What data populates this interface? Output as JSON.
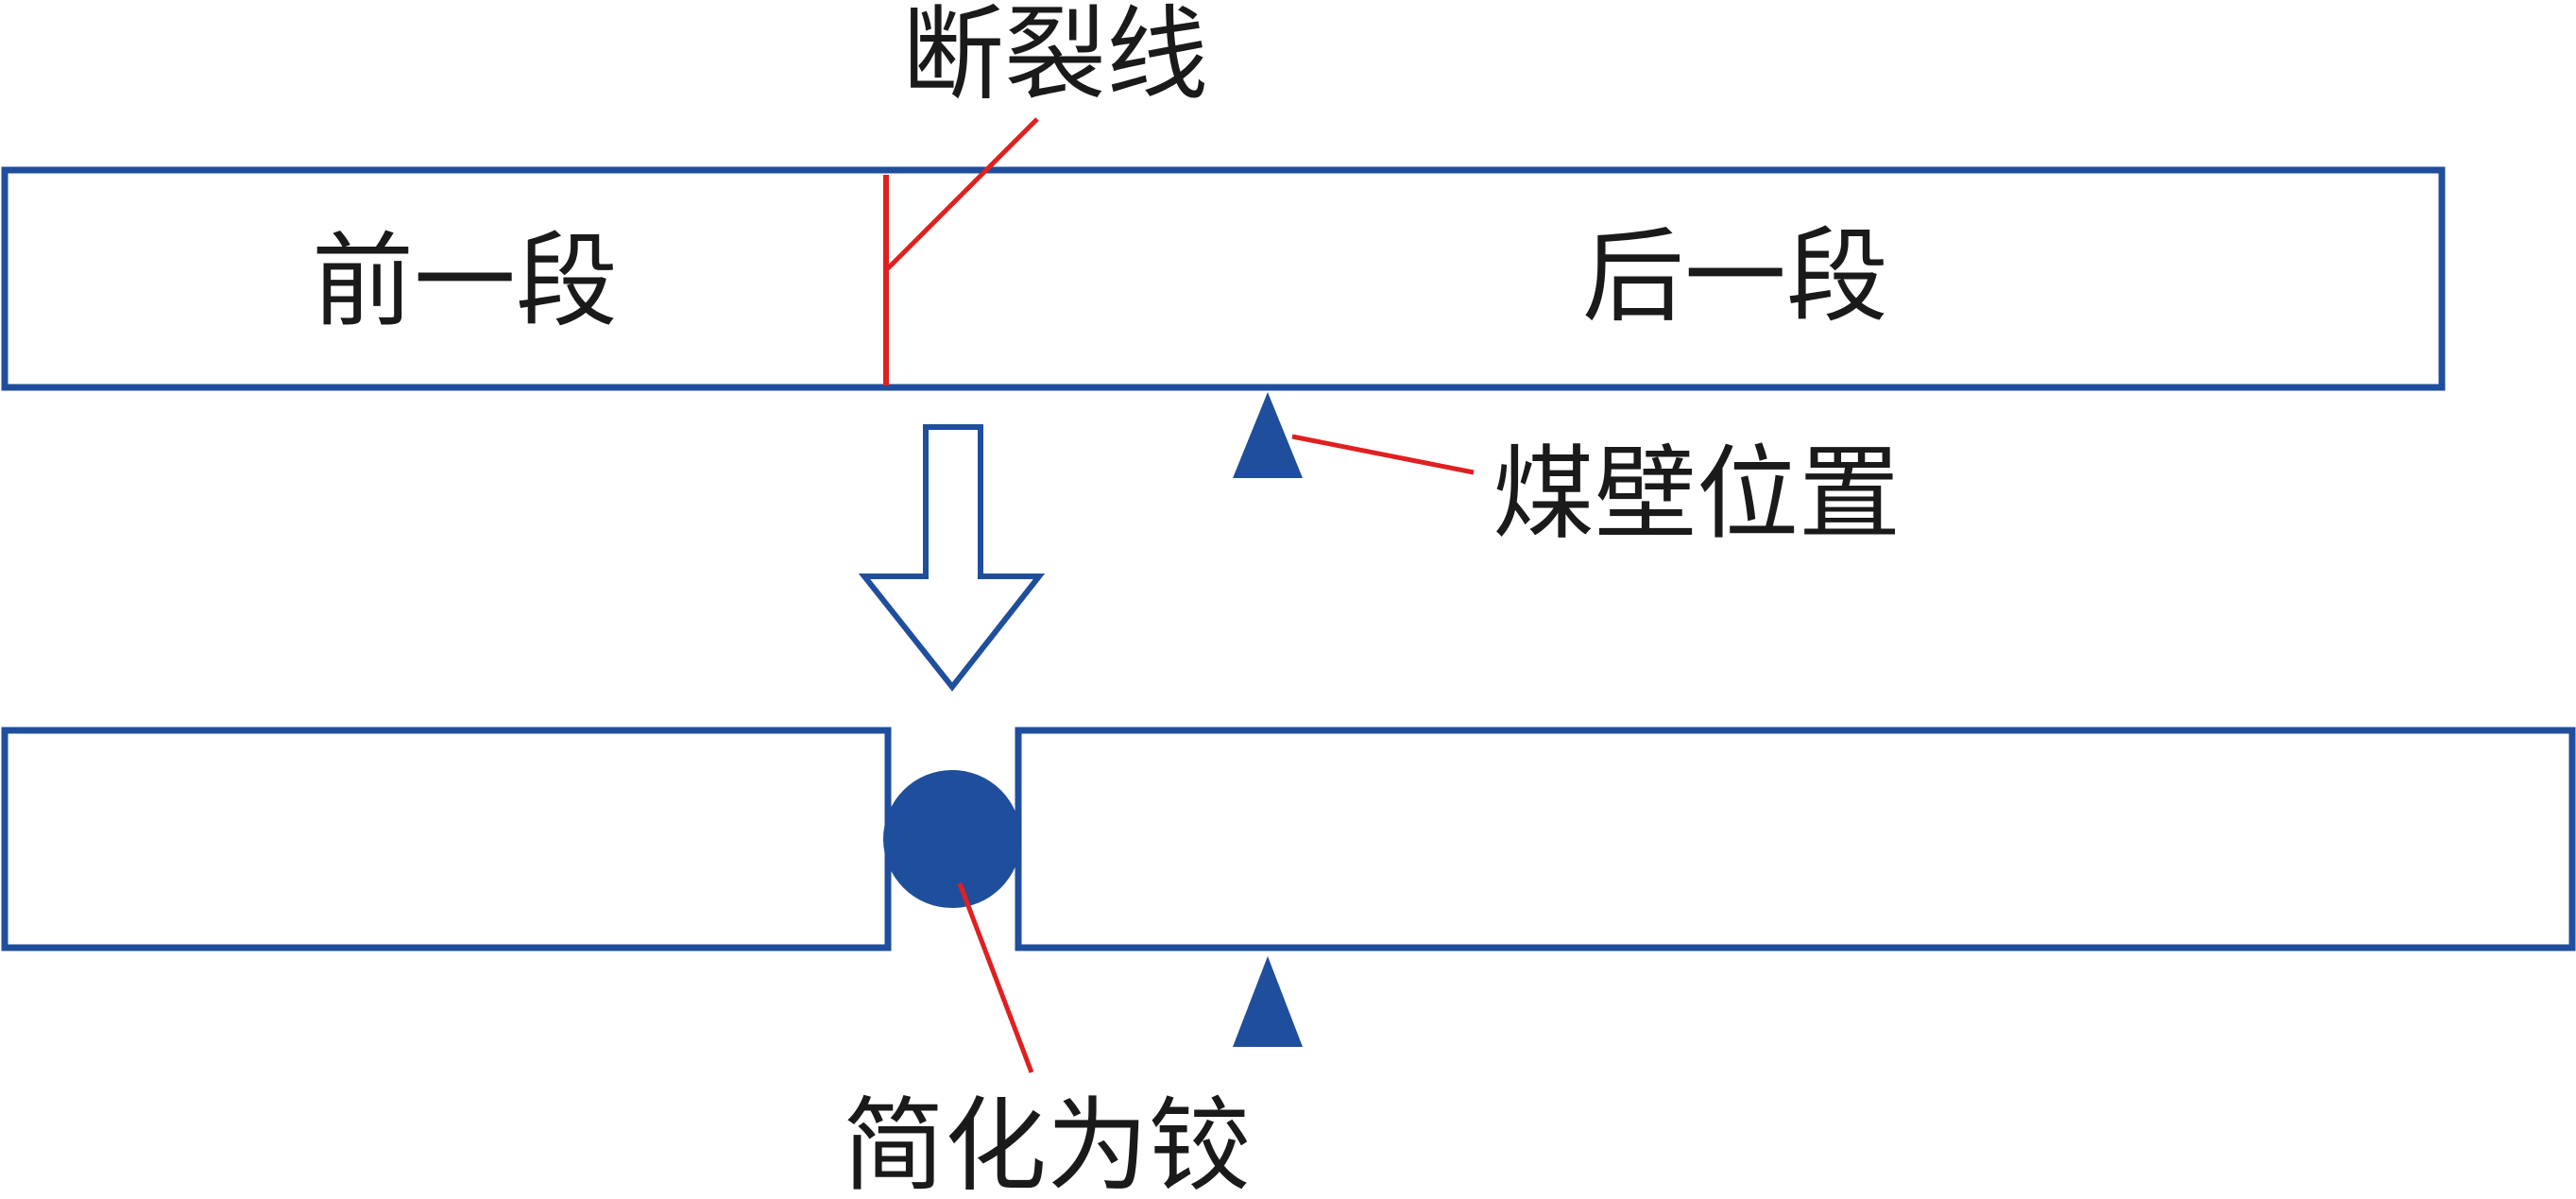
{
  "labels": {
    "fracture_line": "断裂线",
    "front_segment": "前一段",
    "rear_segment": "后一段",
    "coal_wall_position": "煤壁位置",
    "simplified_as_hinge": "简化为铰"
  },
  "colors": {
    "beam_stroke": "#1f4e9c",
    "support_fill": "#1f4e9c",
    "hinge_fill": "#1f4e9c",
    "leader_line": "#e02020",
    "fracture_line": "#e02020",
    "text": "#1a1a1a"
  }
}
